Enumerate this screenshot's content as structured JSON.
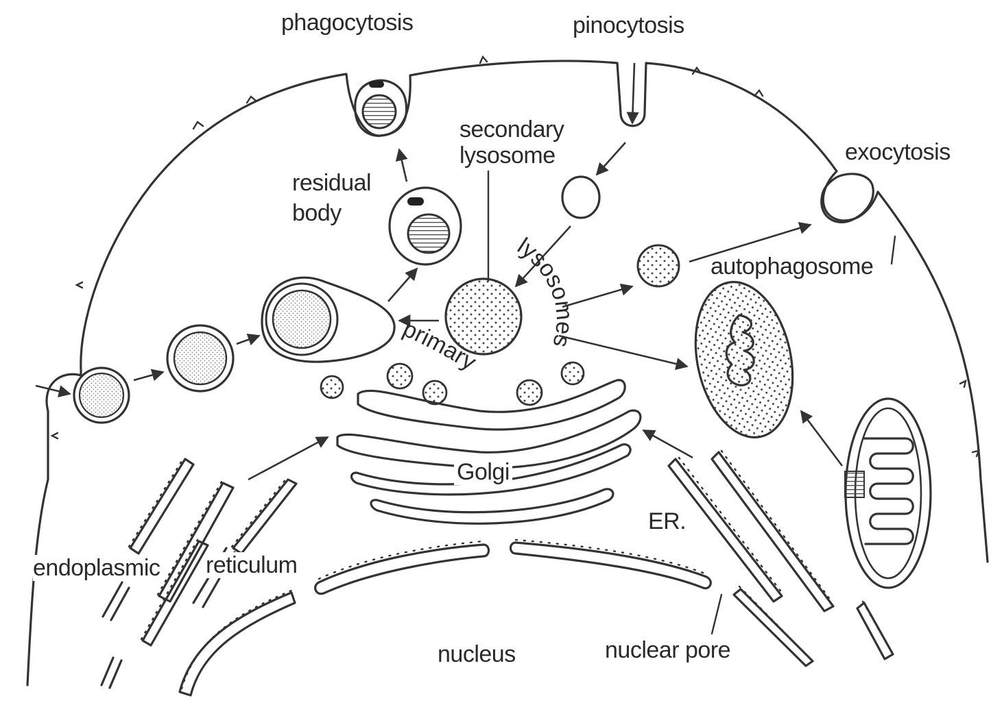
{
  "labels": {
    "phagocytosis": "phagocytosis",
    "pinocytosis": "pinocytosis",
    "secondary_lysosome": "secondary lysosome",
    "exocytosis": "exocytosis",
    "residual_body": "residual body",
    "autophagosome": "autophagosome",
    "primary": "primary",
    "lysosomes": "lysosomes",
    "golgi": "Golgi",
    "er": "ER.",
    "endoplasmic": "endoplasmic",
    "reticulum": "reticulum",
    "nucleus": "nucleus",
    "nuclear_pore": "nuclear pore"
  }
}
